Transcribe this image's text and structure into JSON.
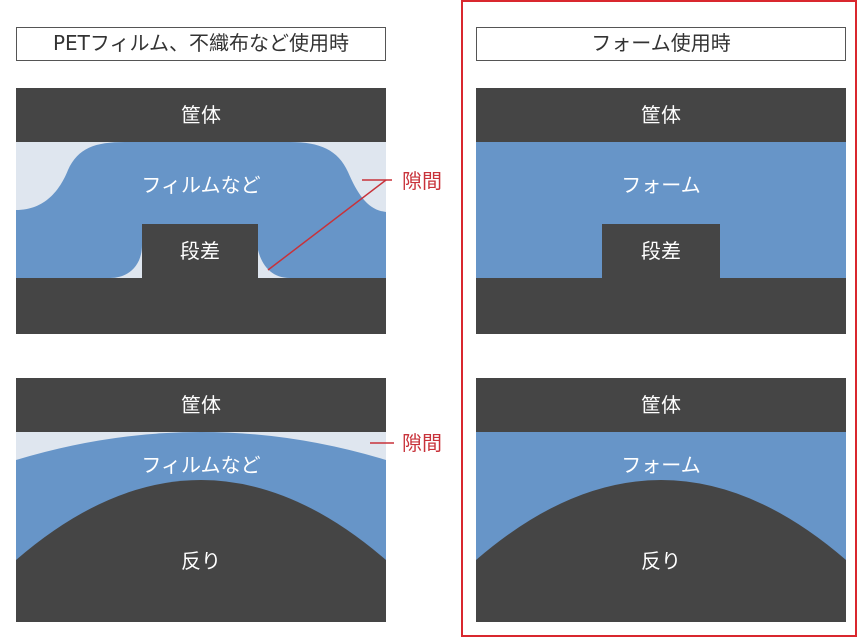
{
  "titles": {
    "left": "PETフィルム、不織布など使用時",
    "right": "フォーム使用時"
  },
  "labels": {
    "housing": "筐体",
    "film": "フィルムなど",
    "foam": "フォーム",
    "step": "段差",
    "warp": "反り",
    "gap": "隙間"
  },
  "colors": {
    "housing": "#454545",
    "material": "#6795c8",
    "gap_fill": "#dfe6ef",
    "accent_red": "#d9272e"
  }
}
